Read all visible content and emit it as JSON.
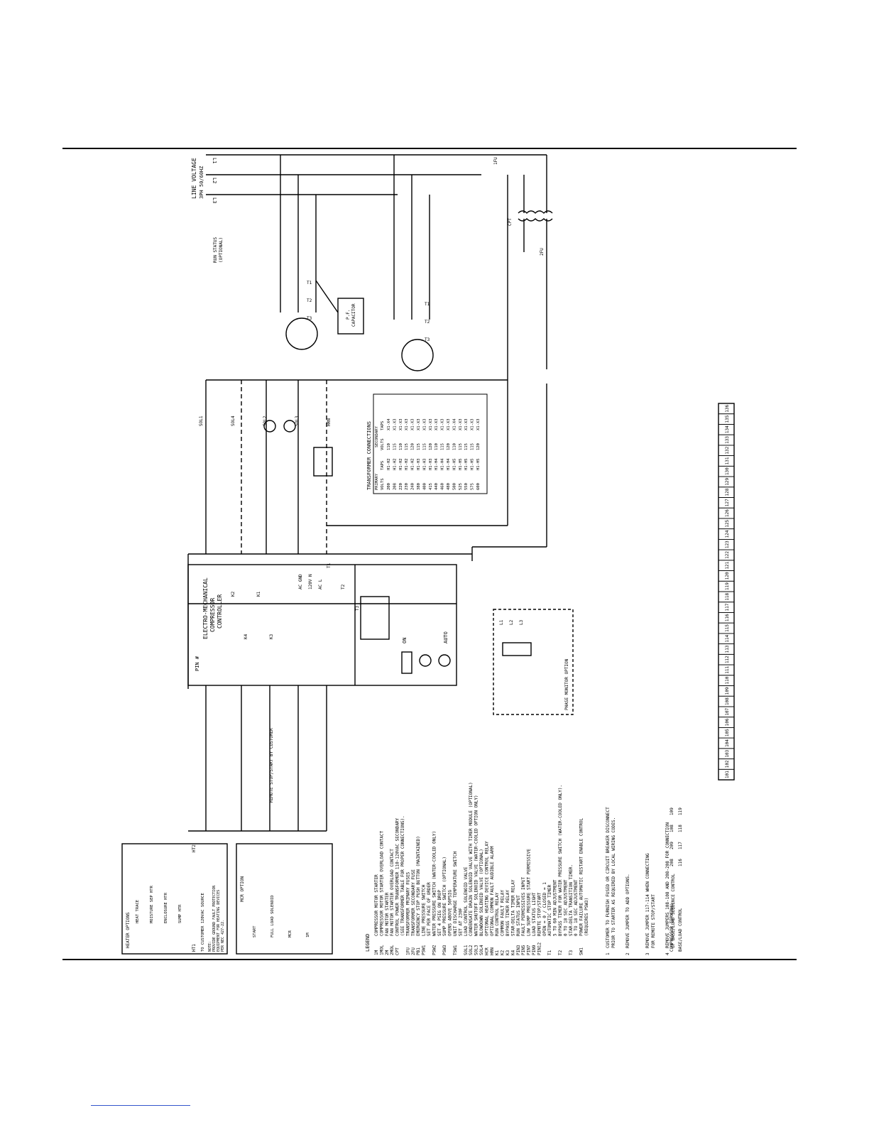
{
  "line_voltage": {
    "label_1": "LINE VOLTAGE",
    "label_2": "3PH 50/60HZ",
    "lines": [
      "L1",
      "L2",
      "L3"
    ]
  },
  "run_status": {
    "label_1": "RUN STATUS",
    "label_2": "(OPTIONAL)"
  },
  "fuses": [
    "1FU",
    "2FU"
  ],
  "cpt_label": "CPT",
  "capacitor_label": [
    "P.F.",
    "CAPACITOR"
  ],
  "motor_terminals": [
    "T1",
    "T2",
    "T3"
  ],
  "controller": {
    "title_1": "ELECTRO-MECHANICAL",
    "title_2": "COMPRESSOR",
    "title_3": "CONTROLLER",
    "pin_label": "PIN #",
    "terminals": [
      "AC GND",
      "120V N",
      "AC L"
    ],
    "switch_labels": [
      "ON",
      "AUTO"
    ],
    "timers": [
      "T1",
      "T2",
      "T3"
    ],
    "relays": [
      "K2",
      "K4",
      "K1",
      "K3"
    ]
  },
  "solenoids": [
    "SOL1",
    "SOL4",
    "SOL2",
    "SOL3",
    "HRN"
  ],
  "remote_label": "REMOTE STOP/START BY CUSTOMER",
  "transformer_table": {
    "title": "TRANSFORMER CONNECTIONS",
    "group_headers": [
      "PRIMARY",
      "SECONDARY"
    ],
    "headers": [
      "VOLTS",
      "TAPS",
      "VOLTS",
      "TAPS"
    ],
    "rows": [
      [
        "200",
        "H1-H2",
        "110",
        "X1-X4"
      ],
      [
        "208",
        "H1-H2",
        "115",
        "X1-X3"
      ],
      [
        "220",
        "H1-H2",
        "110",
        "X1-X3"
      ],
      [
        "230",
        "H1-H2",
        "115",
        "X1-X3"
      ],
      [
        "240",
        "H1-H2",
        "120",
        "X1-X3"
      ],
      [
        "380",
        "H1-H3",
        "115",
        "X1-X3"
      ],
      [
        "400",
        "H1-H3",
        "115",
        "X1-X3"
      ],
      [
        "415",
        "H1-H3",
        "120",
        "X1-X3"
      ],
      [
        "440",
        "H1-H4",
        "110",
        "X1-X3"
      ],
      [
        "460",
        "H1-H4",
        "115",
        "X1-X3"
      ],
      [
        "480",
        "H1-H4",
        "120",
        "X1-X3"
      ],
      [
        "500",
        "H1-H5",
        "110",
        "X1-X4"
      ],
      [
        "525",
        "H1-H5",
        "115",
        "X1-X3"
      ],
      [
        "550",
        "H1-H5",
        "115",
        "X1-X3"
      ],
      [
        "575",
        "H1-H5",
        "115",
        "X1-X3"
      ],
      [
        "600",
        "H1-H5",
        "120",
        "X1-X3"
      ]
    ]
  },
  "phase_monitor": {
    "label": "PHASE MONITOR OPTION",
    "taps": [
      "L1",
      "L2",
      "L3"
    ]
  },
  "heater_options": {
    "title": "HEATER OPTIONS",
    "items": [
      "HEAT TRACE",
      "MOISTURE SEP HTR",
      "ENCLOSURE HTR",
      "SUMP HTR"
    ],
    "terminals": [
      "HT1",
      "HT2"
    ],
    "source_note": "TO CUSTOMER 120VAC SOURCE",
    "note_lines": [
      "NOTE:",
      "PROVIDE GROUND FAULT PROTECTION",
      "EQUIPMENT FOR HEATING DEVICES",
      "PER NEC 427-22."
    ]
  },
  "mcr_option": {
    "title": "MCR OPTION",
    "labels": [
      "START",
      "FULL LOAD SOLENOID",
      "MCR",
      "1M"
    ]
  },
  "legend": {
    "title": "LEGEND",
    "items": [
      [
        "1M",
        "COMPRESSOR MOTOR STARTER"
      ],
      [
        "1MOL",
        "COMPRESSOR MOTOR STARTER OVERLOAD CONTACT"
      ],
      [
        "2M",
        "FAN MOTOR STARTER"
      ],
      [
        "2MOL",
        "FAN MOTOR STARTER OVERLOAD CONTACT"
      ],
      [
        "CPT",
        "CONTROL POWER TRANSFORMER 110-120VAC SECONDARY"
      ],
      [
        "",
        "(SEE TRANSFORMER TABLE FOR PROPER CONNECTIONS)."
      ],
      [
        "1FU",
        "TRANSFORMER PRIMARY FUSES"
      ],
      [
        "2FU",
        "TRANSFORMER SECONDARY FUSE"
      ],
      [
        "PB1",
        "EMERGENCY STOP PUSH BUTTON (MAINTAINED)"
      ],
      [
        "PSW1",
        "LINE PRESSURE SWITCH"
      ],
      [
        "",
        "SET PER FACE OF ORDER"
      ],
      [
        "PSW2",
        "WATER PRESSURE SWITCH (WATER-COOLED ONLY)"
      ],
      [
        "",
        "SET 4 PSIG ON DROP"
      ],
      [
        "PSW3",
        "SUMP PRESSURE SWITCH (OPTIONAL)"
      ],
      [
        "",
        "OPENS ABOVE 50PSIG"
      ],
      [
        "TSW1",
        "UNIT DISCHARGE TEMPERATURE SWITCH"
      ],
      [
        "",
        "SET AT 230F"
      ],
      [
        "SOL1",
        "LOAD CONTROL SOLENOID VALVE"
      ],
      [
        "SOL2",
        "CONDENSATE DRAIN SOLENOID VALVE WITH TIMER MODULE (OPTIONAL)"
      ],
      [
        "SOL3",
        "WATER SHUTOFF SOLENOID VALVE (WATER-COOLED OPTION ONLY)"
      ],
      [
        "SOL4",
        "BLOWDOWN SOLENOID VALVE (OPTIONAL)"
      ],
      [
        "HCR",
        "OPTIONAL HEATING DEVICE CONTROL RELAY"
      ],
      [
        "HRN",
        "OPTIONAL COMMON FAULT AUDIBLE ALARM"
      ],
      [
        "K1",
        "RUN CONTROL RELAY"
      ],
      [
        "K2",
        "COMMON FAULT RELAY"
      ],
      [
        "K3",
        "BYPASS TIMER RELAY"
      ],
      [
        "K4",
        "STAR-DELTA TIMER RELAY"
      ],
      [
        "PIN3",
        "RUN STATUS INPUT"
      ],
      [
        "PIN5",
        "FAULT PERMISSIVES INPUT"
      ],
      [
        "PIN7",
        "LOW SUMP PRESSURE START PERMISSIVE"
      ],
      [
        "PIN9",
        "LOAD STATUS LIGHT"
      ],
      [
        "PIN12",
        "REMOTE STOP/START"
      ],
      [
        "",
        "OPEN = 0 / CLOSED = 1"
      ],
      [
        "T1",
        "AUTOMATIC STOP TIMER"
      ],
      [
        "",
        "5 TO 60 MIN ADJUSTMENT"
      ],
      [
        "T2",
        "BYPASS TIMER FOR WATER PRESSURE SWITCH (WATER-COOLED ONLY)."
      ],
      [
        "",
        "0 TO 18 SEC ADJUSTMENT"
      ],
      [
        "T3",
        "STAR-DELTA TRANSITION TIMER."
      ],
      [
        "",
        "0 TO 18 SEC ADJUSTMENT"
      ],
      [
        "SW1",
        "POWER FAILURE AUTOMATIC RESTART ENABLE CONTROL"
      ],
      [
        "",
        "(REQUIRES PSW3)"
      ]
    ]
  },
  "notes": [
    [
      "1",
      "CUSTOMER TO FURNISH FUSED OR CIRCUIT BREAKER DISCONNECT",
      "PRIOR TO STARTER AS REQUIRED BY LOCAL WIRING CODES."
    ],
    [
      "2",
      "REMOVE JUMPER TO ADD OPTIONS.",
      ""
    ],
    [
      "3",
      "REMOVE JUMPER 117-114 WHEN CONNECTING",
      "FOR REMOTE STOP/START"
    ],
    [
      "4",
      "REMOVE JUMPERS 108-108 AND 208-208 FOR CONNECTION",
      "OF BASE/LOAD SEQUENCE CONTROL"
    ]
  ],
  "sequence_table": {
    "row1_label": "COMPRESSOR TERMINAL",
    "row1": [
      "208",
      "209",
      "108",
      "109"
    ],
    "row2_label": "BASE/LOAD CONTROL",
    "row2": [
      "116",
      "117",
      "118",
      "119"
    ]
  },
  "terminal_strip": {
    "numbers": [
      "101",
      "102",
      "103",
      "104",
      "105",
      "106",
      "107",
      "108",
      "109",
      "110",
      "111",
      "112",
      "113",
      "114",
      "115",
      "116",
      "117",
      "118",
      "119",
      "120",
      "121",
      "122",
      "123",
      "124",
      "125",
      "126",
      "127",
      "128",
      "129",
      "130",
      "131",
      "132",
      "133",
      "134",
      "135",
      "136"
    ]
  }
}
